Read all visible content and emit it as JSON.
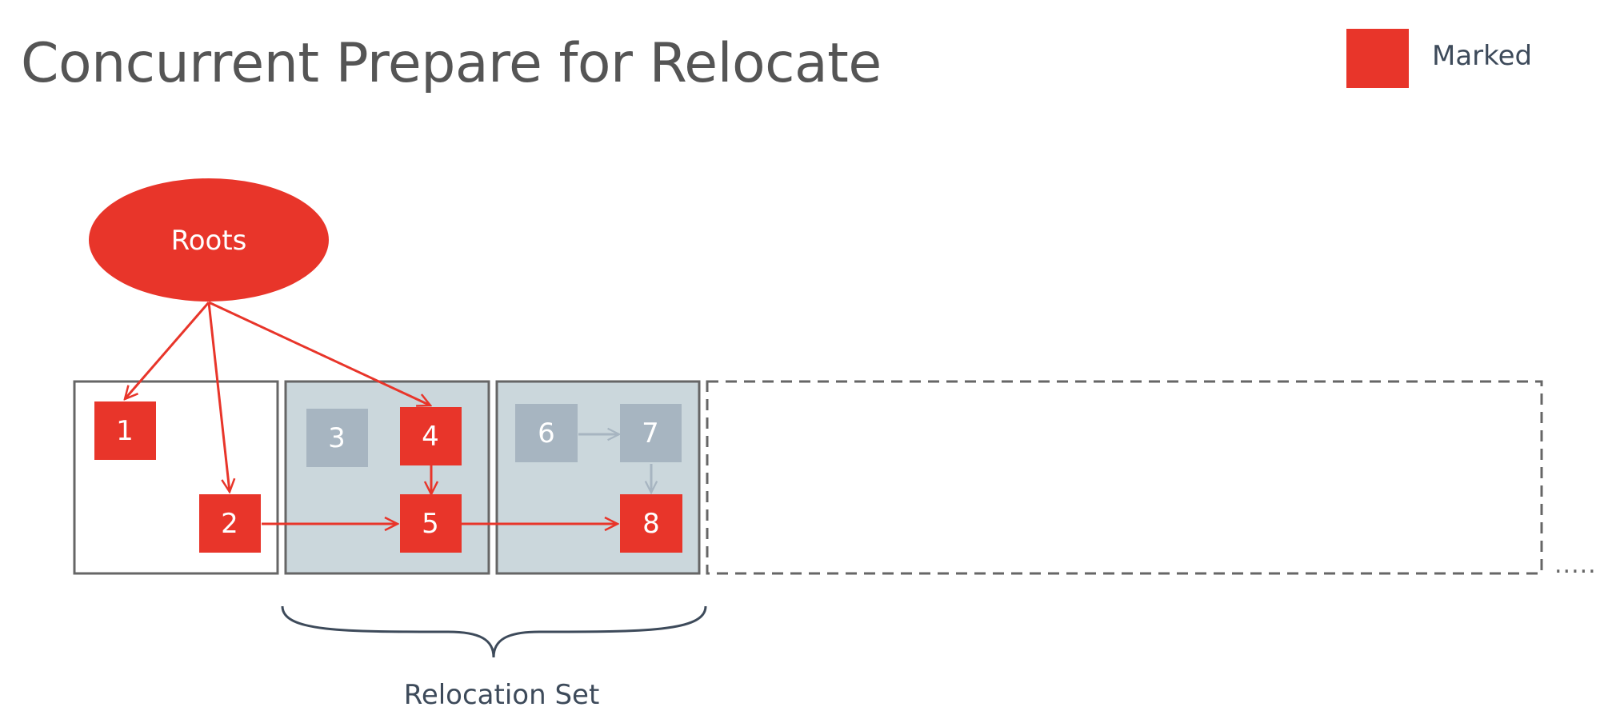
{
  "title": "Concurrent Prepare for Relocate",
  "legend": {
    "label": "Marked",
    "color": "#e8352a"
  },
  "roots_label": "Roots",
  "relocation_set_label": "Relocation Set",
  "ellipsis": ".....",
  "colors": {
    "marked": "#e8352a",
    "unmarked": "#a7b5c1",
    "page_fill": "#cbd7dc",
    "page_border": "#666666",
    "edge_marked": "#e8352a",
    "edge_unmarked": "#a7b5c1"
  },
  "objects": [
    {
      "id": "1",
      "marked": true
    },
    {
      "id": "2",
      "marked": true
    },
    {
      "id": "3",
      "marked": false
    },
    {
      "id": "4",
      "marked": true
    },
    {
      "id": "5",
      "marked": true
    },
    {
      "id": "6",
      "marked": false
    },
    {
      "id": "7",
      "marked": false
    },
    {
      "id": "8",
      "marked": true
    }
  ]
}
